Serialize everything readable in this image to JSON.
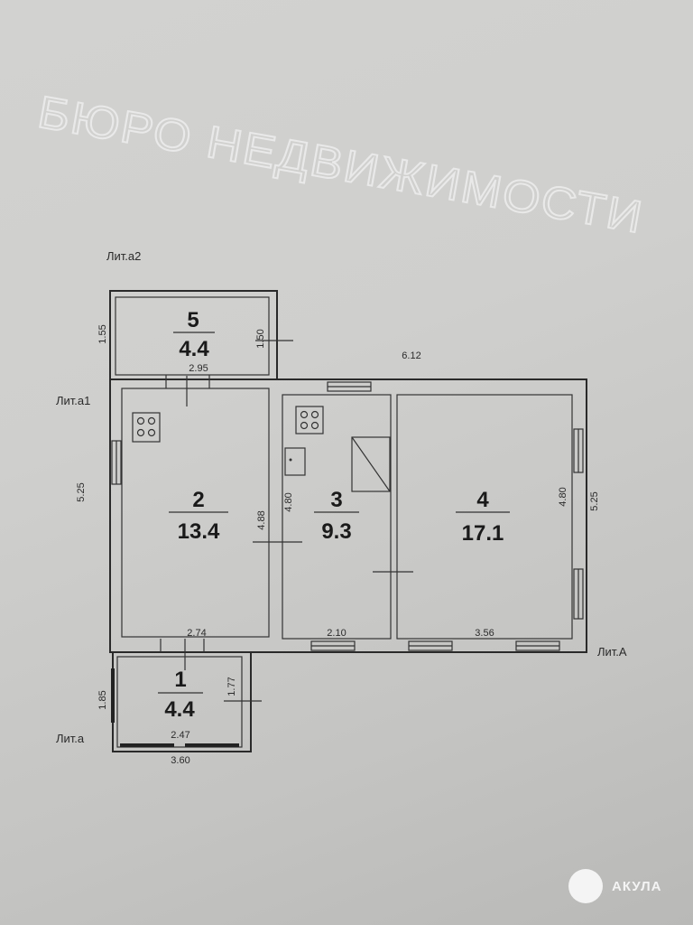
{
  "plan": {
    "lit_a2": "Лит.а2",
    "lit_a1": "Лит.а1",
    "lit_A": "Лит.А",
    "lit_a": "Лит.а",
    "overall_width": "6.12",
    "overall_height_left": "5.25",
    "overall_height_right": "5.25",
    "rooms": [
      {
        "number": "1",
        "area": "4.4",
        "width": "2.47",
        "height": "1.77",
        "outer_width": "3.60",
        "outer_height": "1.85"
      },
      {
        "number": "2",
        "area": "13.4",
        "width": "2.74",
        "height": "4.88"
      },
      {
        "number": "3",
        "area": "9.3",
        "width": "2.10",
        "height": "4.80"
      },
      {
        "number": "4",
        "area": "17.1",
        "width": "3.56",
        "height": "4.80"
      },
      {
        "number": "5",
        "area": "4.4",
        "width": "2.95",
        "height": "1.50",
        "outer_height": "1.55"
      }
    ]
  },
  "watermark": "БЮРО НЕДВИЖИМОСТИ",
  "logo": {
    "text": "АКУЛА"
  }
}
